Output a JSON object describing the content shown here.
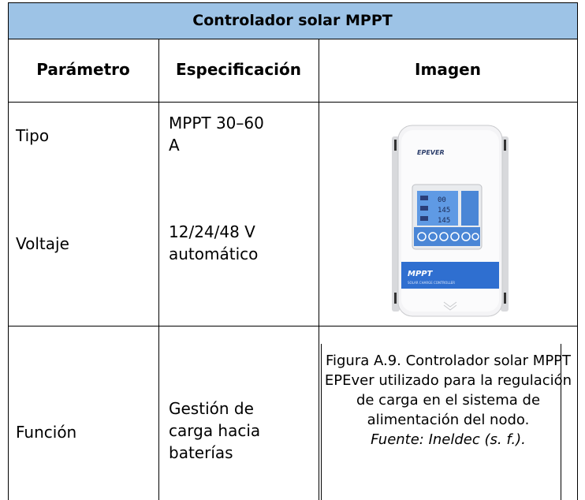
{
  "table": {
    "title": "Controlador solar MPPT",
    "headers": [
      "Parámetro",
      "Especificación",
      "Imagen"
    ],
    "rows": [
      {
        "param": "Tipo",
        "spec": "MPPT 30–60 A"
      },
      {
        "param": "Voltaje",
        "spec": "12/24/48 V automático"
      },
      {
        "param": "Función",
        "spec": "Gestión de carga hacia baterías"
      }
    ]
  },
  "image": {
    "brand": "EPEVER",
    "label": "MPPT",
    "sublabel": "SOLAR CHARGE CONTROLLER",
    "lcd": [
      "00",
      "145",
      "145"
    ]
  },
  "caption": {
    "text": "Figura A.9. Controlador solar MPPT EPEver utilizado para la regulación de carga en el sistema de alimentación del nodo.",
    "source": "Fuente: Ineldec (s. f.)."
  },
  "colors": {
    "header": "#9dc3e6",
    "lcd": "#5f9ae4",
    "device_body": "#f4f4f6"
  }
}
